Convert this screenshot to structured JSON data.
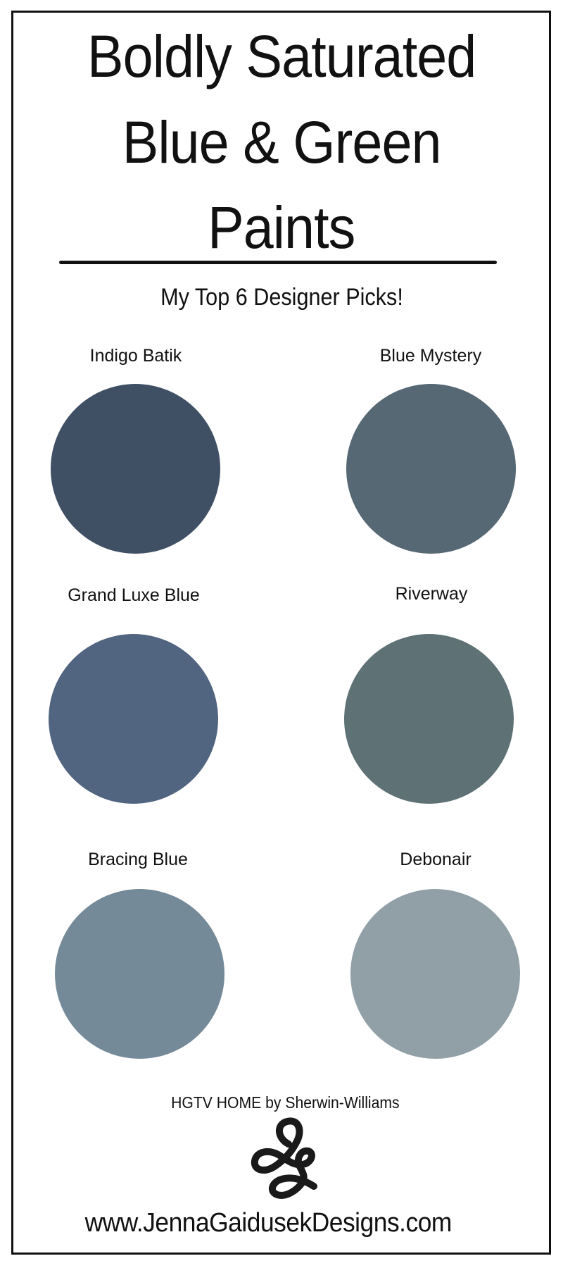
{
  "title": {
    "line1": "Boldly Saturated",
    "line2": "Blue & Green",
    "line3": "Paints"
  },
  "subtitle": "My Top 6 Designer Picks!",
  "swatches": [
    {
      "name": "Indigo Batik",
      "color": "#405064"
    },
    {
      "name": "Blue Mystery",
      "color": "#566874"
    },
    {
      "name": "Grand Luxe Blue",
      "color": "#516480"
    },
    {
      "name": "Riverway",
      "color": "#5E7174"
    },
    {
      "name": "Bracing Blue",
      "color": "#758A98"
    },
    {
      "name": "Debonair",
      "color": "#91A0A7"
    }
  ],
  "brand_line": "HGTV HOME by Sherwin-Williams",
  "logo": {
    "icon": "jg-monogram-icon"
  },
  "website": "www.JennaGaidusekDesigns.com",
  "colors": {
    "text": "#111111",
    "border": "#111111",
    "background": "#FFFFFF"
  }
}
